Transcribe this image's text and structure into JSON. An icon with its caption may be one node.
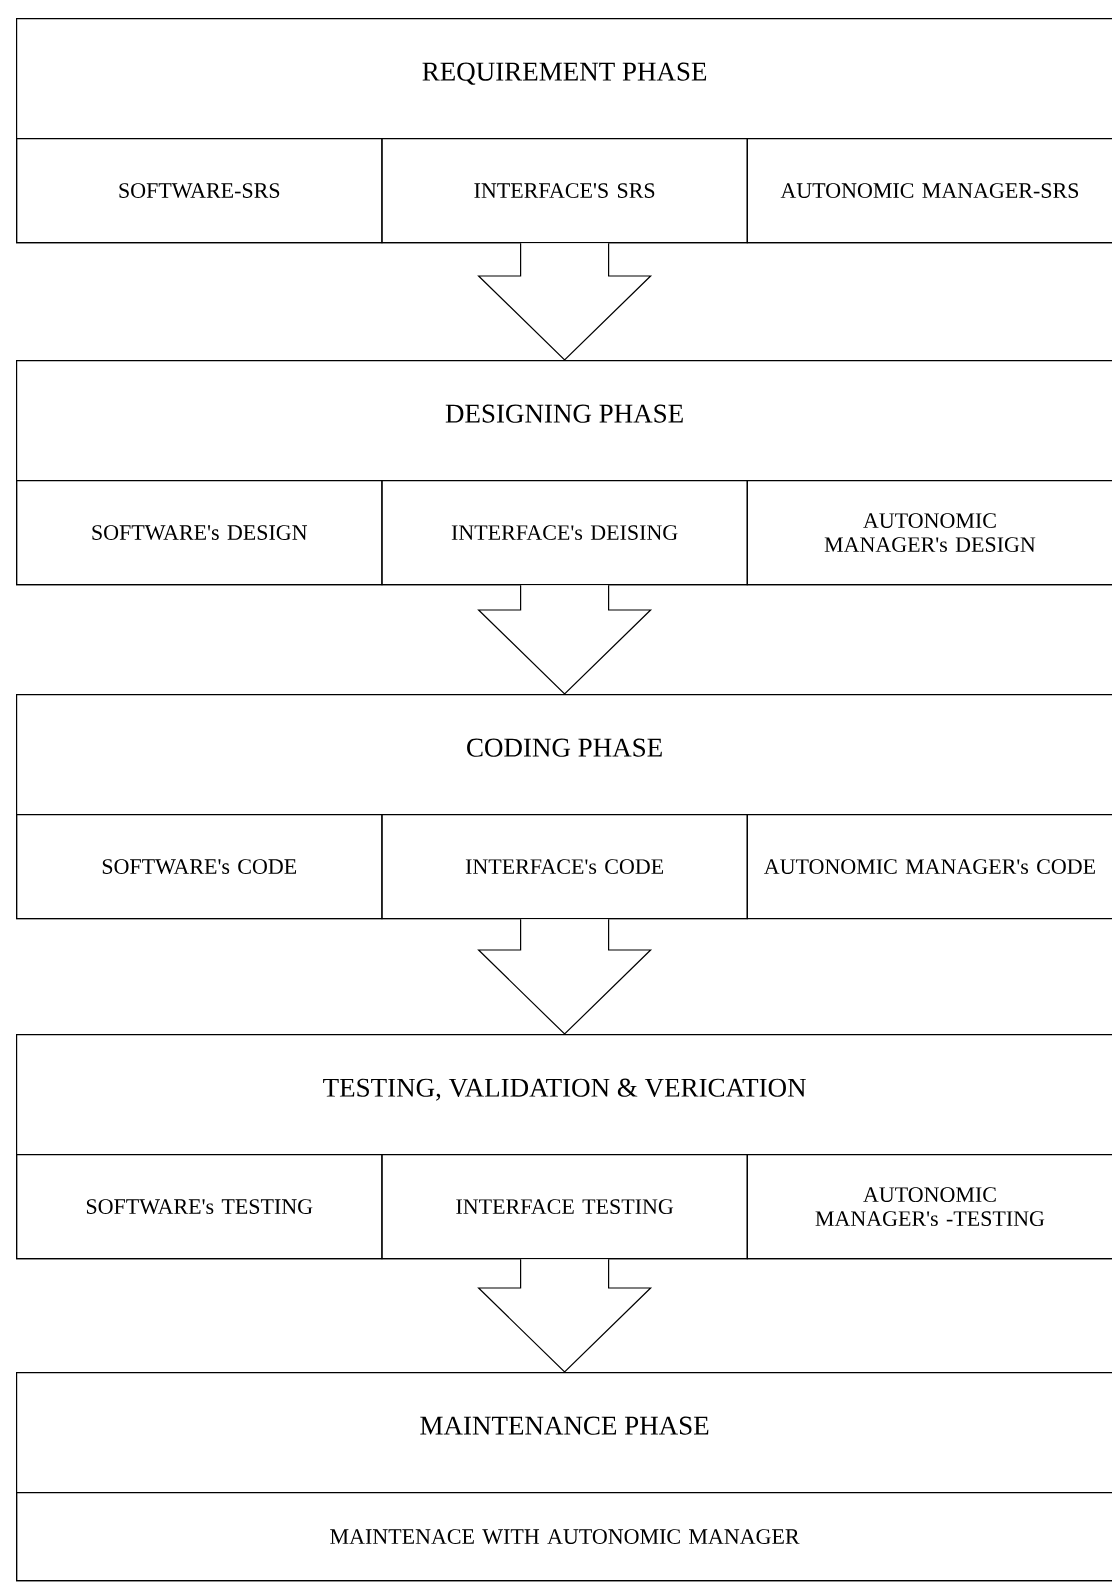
{
  "diagram": {
    "nodes": [
      {
        "text": [
          "REQUIREMENT PHASE"
        ]
      },
      {
        "text": [
          "SOFTWARE-SRS"
        ],
        "in": 0
      },
      {
        "text": [
          "INTERFACE'S SRS"
        ],
        "in": 0
      },
      {
        "text": [
          "AUTONOMIC MANAGER-SRS"
        ],
        "in": 0
      },
      {
        "text": [
          "DESIGNING PHASE"
        ]
      },
      {
        "text": [
          "SOFTWARE's DESIGN"
        ],
        "in": 4
      },
      {
        "text": [
          "INTERFACE's DEISING"
        ],
        "in": 4
      },
      {
        "text": [
          "AUTONOMIC MANAGER's DESIGN"
        ],
        "in": 4
      },
      {
        "text": [
          "CODING PHASE"
        ]
      },
      {
        "text": [
          "SOFTWARE's CODE"
        ],
        "in": 8
      },
      {
        "text": [
          "INTERFACE's CODE"
        ],
        "in": 8
      },
      {
        "text": [
          "AUTONOMIC MANAGER's CODE"
        ],
        "in": 8
      },
      {
        "text": [
          "TESTING, VALIDATION & VERICATION"
        ]
      },
      {
        "text": [
          "SOFTWARE's TESTING"
        ],
        "in": 12
      },
      {
        "text": [
          "INTERFACE TESTING"
        ],
        "in": 12
      },
      {
        "text": [
          "AUTONOMIC MANAGER's -TESTING"
        ],
        "in": 12
      },
      {
        "text": [
          "MAINTENANCE PHASE"
        ]
      },
      {
        "text": [
          "MAINTENACE WITH AUTONOMIC MANAGER"
        ],
        "in": 16
      }
    ],
    "edges": [
      {
        "from": 0,
        "to": 4,
        "arrow": "to"
      },
      {
        "from": 4,
        "to": 8,
        "arrow": "to"
      },
      {
        "from": 8,
        "to": 12,
        "arrow": "to"
      },
      {
        "from": 12,
        "to": 16,
        "arrow": "to"
      }
    ]
  }
}
